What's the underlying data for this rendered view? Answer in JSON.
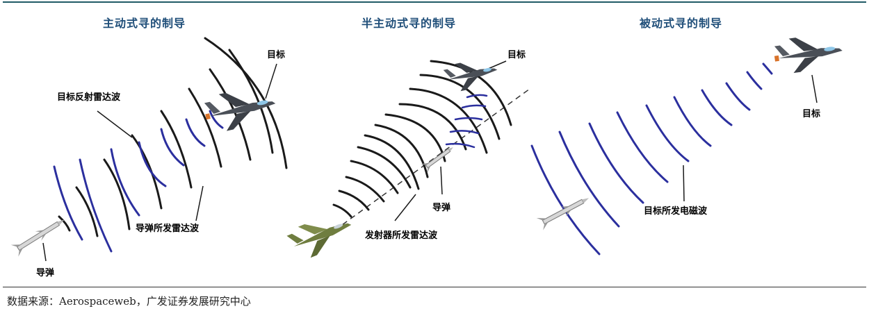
{
  "panels": [
    {
      "title": "主动式寻的制导",
      "labels": {
        "target": "目标",
        "reflected_wave": "目标反射雷达波",
        "emitted_wave": "导弹所发雷达波",
        "missile": "导弹"
      }
    },
    {
      "title": "半主动式寻的制导",
      "labels": {
        "target": "目标",
        "missile": "导弹",
        "launcher_wave": "发射器所发雷达波"
      }
    },
    {
      "title": "被动式寻的制导",
      "labels": {
        "target": "目标",
        "em_wave": "目标所发电磁波"
      }
    }
  ],
  "source": "数据来源：Aerospaceweb，广发证券发展研究中心",
  "colors": {
    "title": "#1f4e79",
    "wave_black": "#1a1a1a",
    "wave_blue": "#2b2f9e",
    "rule": "#1f5a66"
  }
}
